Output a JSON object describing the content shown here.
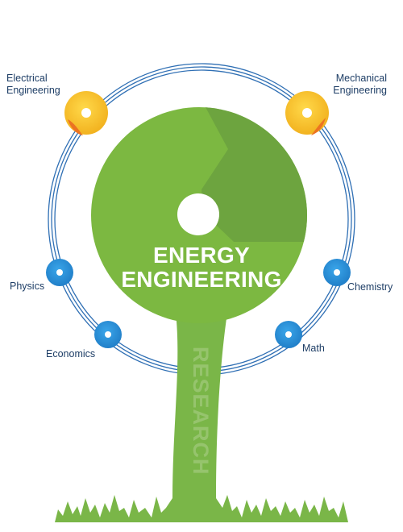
{
  "diagram": {
    "title_line1": "ENERGY",
    "title_line2": "ENGINEERING",
    "trunk_label": "RESEARCH",
    "nodes": [
      {
        "label_line1": "Electrical",
        "label_line2": "Engineering",
        "kind": "primary"
      },
      {
        "label_line1": "Mechanical",
        "label_line2": "Engineering",
        "kind": "primary"
      },
      {
        "label_line1": "Physics",
        "label_line2": "",
        "kind": "secondary"
      },
      {
        "label_line1": "Chemistry",
        "label_line2": "",
        "kind": "secondary"
      },
      {
        "label_line1": "Economics",
        "label_line2": "",
        "kind": "secondary"
      },
      {
        "label_line1": "Math",
        "label_line2": "",
        "kind": "secondary"
      }
    ]
  },
  "colors": {
    "canopy": "#7cb841",
    "canopy_shade": "#6ca23f",
    "trunk": "#7ab648",
    "ring": "#2f6fb4",
    "primary_node": "#f6c22e",
    "primary_accent": "#ec7322",
    "secondary_node": "#2b8fd6",
    "label_text": "#1e3e66"
  }
}
